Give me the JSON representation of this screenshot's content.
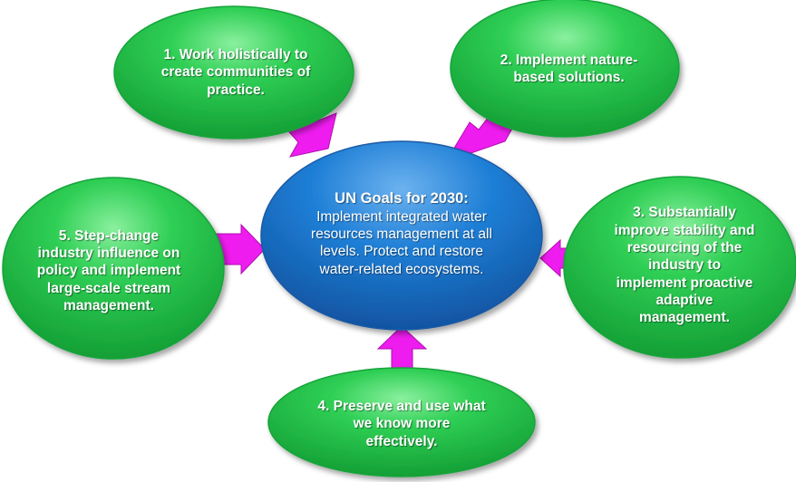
{
  "colors": {
    "goal_fill": "#1fb840",
    "goal_highlight": "#8af09e",
    "center_fill": "#1a6fc4",
    "center_highlight": "#6cb2ef",
    "arrow_fill": "#ee1cee",
    "text": "#ffffff"
  },
  "center": {
    "title": "UN Goals for 2030:",
    "body": "Implement integrated water resources management at all levels. Protect and restore water-related ecosystems."
  },
  "goals": [
    {
      "label": "1. Work holistically to create communities of practice."
    },
    {
      "label": "2. Implement nature-based solutions."
    },
    {
      "label": "3. Substantially improve stability and resourcing of the industry to implement proactive adaptive management."
    },
    {
      "label": "4. Preserve and use what we know more effectively."
    },
    {
      "label": "5. Step-change industry influence on policy and implement large-scale stream management."
    }
  ]
}
